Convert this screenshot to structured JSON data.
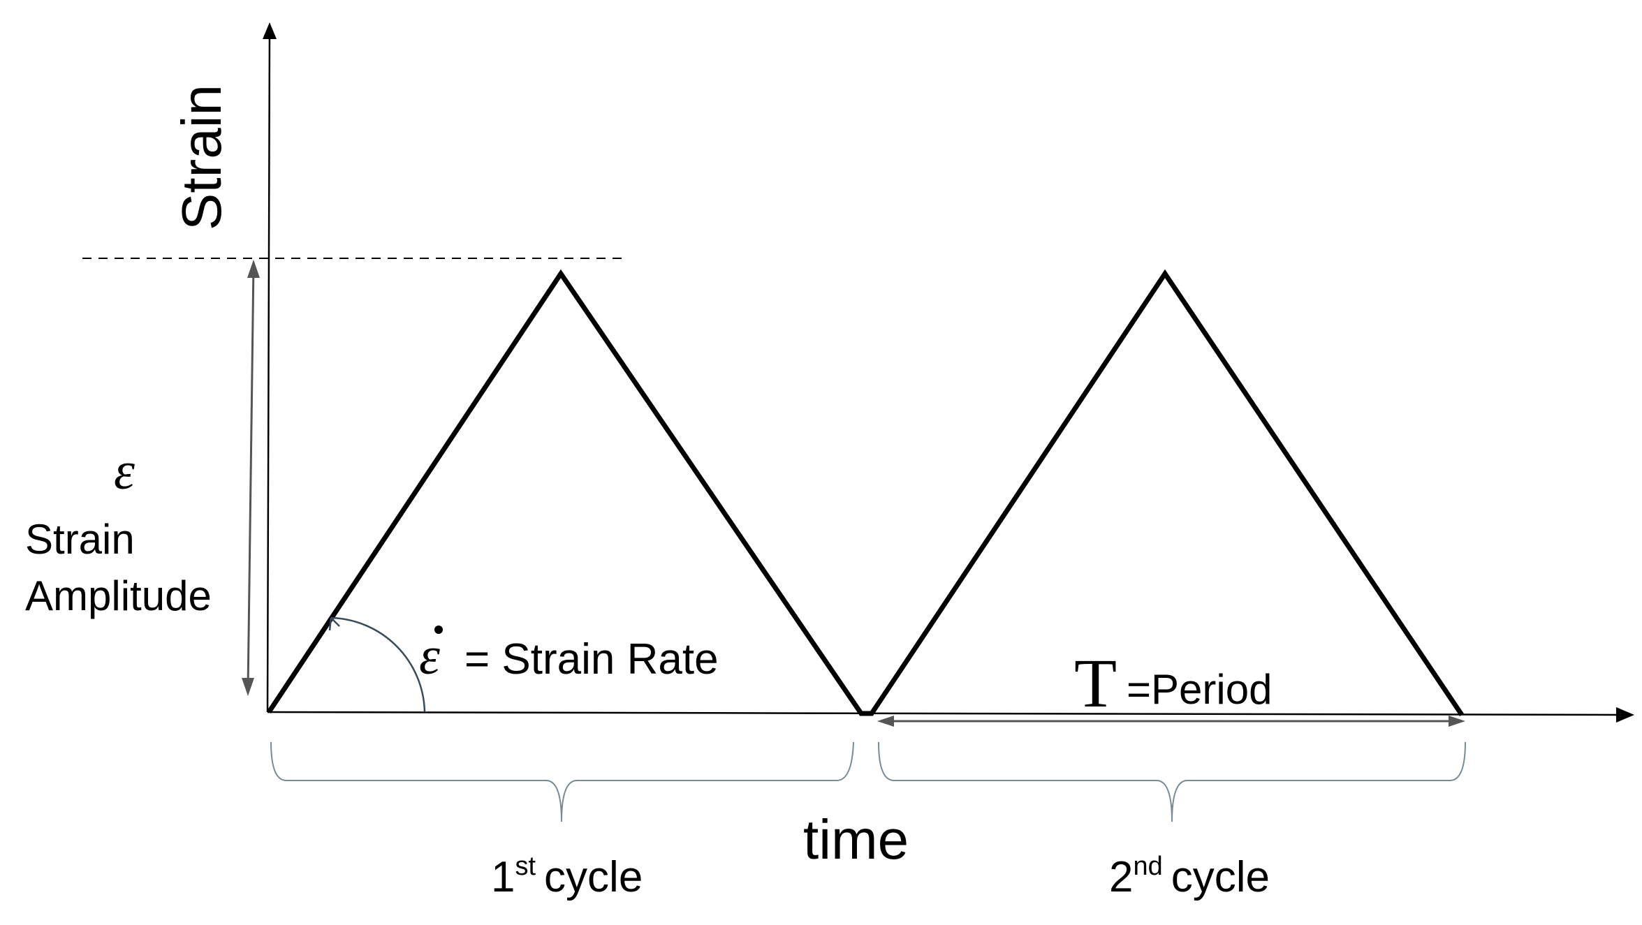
{
  "axes": {
    "y_label": "Strain",
    "x_label": "time"
  },
  "amplitude": {
    "symbol": "ε",
    "label_line1": "Strain",
    "label_line2": "Amplitude"
  },
  "strain_rate": {
    "symbol": "ε",
    "label": "= Strain Rate"
  },
  "period": {
    "symbol": "T",
    "label": "=Period"
  },
  "cycles": [
    {
      "number": "1",
      "suffix": "st",
      "label": "cycle"
    },
    {
      "number": "2",
      "suffix": "nd",
      "label": "cycle"
    }
  ],
  "colors": {
    "waveform": "#000000",
    "annotation": "#555555",
    "brace": "#7a8a94"
  }
}
